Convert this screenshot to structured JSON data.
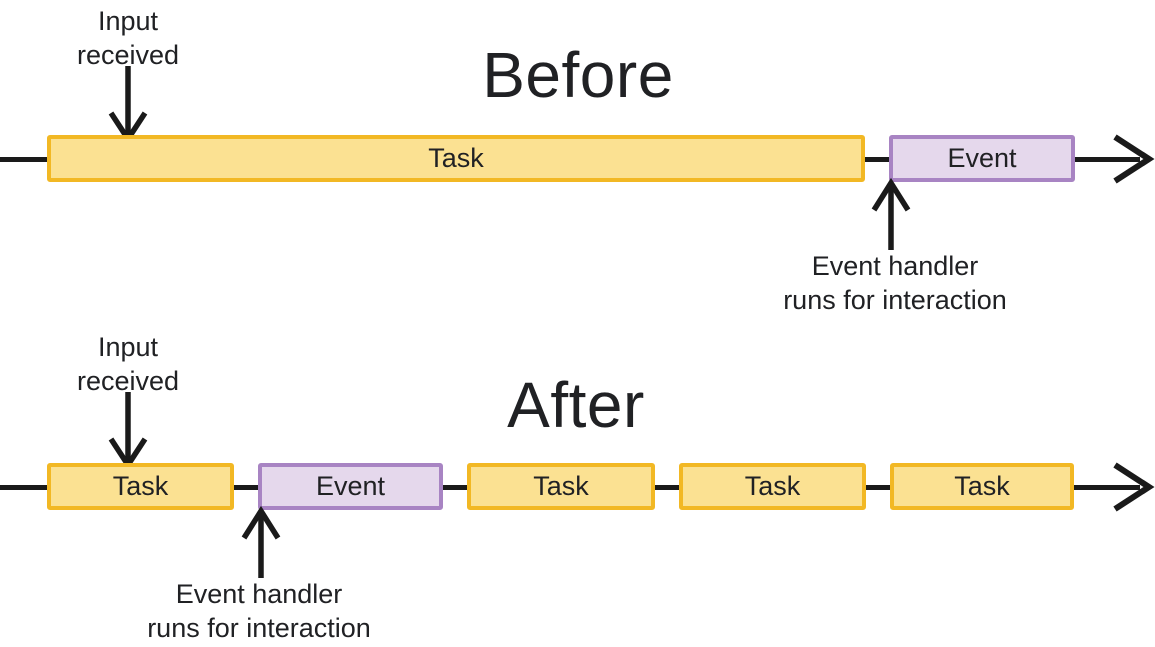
{
  "colors": {
    "line": "#1a1a1a",
    "text": "#202124",
    "task_fill": "#FBE192",
    "task_border": "#F2B824",
    "event_fill": "#E5D8EC",
    "event_border": "#A884C3"
  },
  "before": {
    "title": "Before",
    "input_label": "Input\nreceived",
    "segments": [
      {
        "type": "task",
        "label": "Task"
      },
      {
        "type": "event",
        "label": "Event"
      }
    ],
    "handler_label": "Event handler\nruns for interaction"
  },
  "after": {
    "title": "After",
    "input_label": "Input\nreceived",
    "segments": [
      {
        "type": "task",
        "label": "Task"
      },
      {
        "type": "event",
        "label": "Event"
      },
      {
        "type": "task",
        "label": "Task"
      },
      {
        "type": "task",
        "label": "Task"
      },
      {
        "type": "task",
        "label": "Task"
      }
    ],
    "handler_label": "Event handler\nruns for interaction"
  }
}
